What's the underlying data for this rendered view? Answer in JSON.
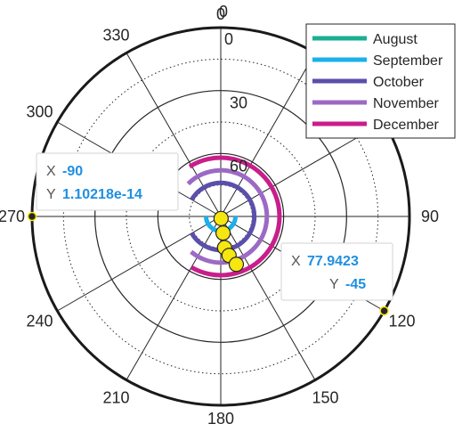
{
  "chart_data": {
    "type": "polar_line",
    "theta_direction": "clockwise",
    "theta_zero": "top",
    "r_direction": "reversed",
    "r_axis_angle_deg": 0,
    "rlim": [
      0,
      90
    ],
    "r_ticks": [
      0,
      30,
      60,
      90
    ],
    "r_tick_labels": [
      "0",
      "30",
      "60"
    ],
    "r_zero_label_prefix": "0",
    "theta_ticks": [
      0,
      30,
      60,
      90,
      120,
      150,
      180,
      210,
      240,
      270,
      300,
      330
    ],
    "theta_tick_labels": [
      "0",
      "30",
      "60",
      "90",
      "120",
      "150",
      "180",
      "210",
      "240",
      "270",
      "300",
      "330"
    ],
    "grid": true,
    "legend_position": "top-right",
    "series": [
      {
        "name": "August",
        "color": "#1aaf92",
        "r": 90,
        "theta_range": [
          110,
          250
        ],
        "color_range": [
          147,
          223
        ]
      },
      {
        "name": "September",
        "color": "#1ab0ec",
        "r": 83,
        "theta_range": [
          90,
          270
        ],
        "color_range": [
          90,
          270
        ]
      },
      {
        "name": "October",
        "color": "#5b4fac",
        "r": 74,
        "theta_range": [
          -60,
          240
        ],
        "color_range": [
          -60,
          240
        ]
      },
      {
        "name": "November",
        "color": "#9c6ac5",
        "r": 68,
        "theta_range": [
          -45,
          220
        ],
        "color_range": [
          -45,
          220
        ]
      },
      {
        "name": "December",
        "color": "#c81e8b",
        "r": 62,
        "theta_range": [
          -32,
          210
        ],
        "color_range": [
          -32,
          210
        ]
      }
    ],
    "markers": [
      {
        "theta": 171,
        "r": 89
      },
      {
        "theta": 172,
        "r": 82
      },
      {
        "theta": 173,
        "r": 75
      },
      {
        "theta": 168,
        "r": 71
      },
      {
        "theta": 162,
        "r": 66
      }
    ],
    "datatips": [
      {
        "x_label": "X",
        "x_value": "-90",
        "y_label": "Y",
        "y_value": "1.10218e-14",
        "anchor_theta": -90,
        "anchor_r": 0
      },
      {
        "x_label": "X",
        "x_value": "77.9423",
        "y_label": "Y",
        "y_value": "-45",
        "anchor_theta": 120,
        "anchor_r": 0
      }
    ]
  }
}
